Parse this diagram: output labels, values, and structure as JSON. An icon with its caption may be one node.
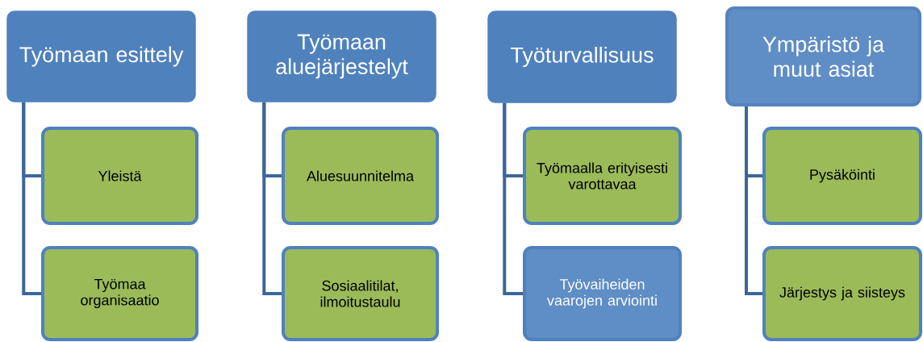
{
  "diagram": {
    "nodes": [
      {
        "text": [
          "Työmaan esittely"
        ]
      },
      {
        "text": [
          "Yleistä"
        ]
      },
      {
        "text": [
          "Työmaa organisaatio"
        ]
      },
      {
        "text": [
          "Työmaan aluejärjestelyt"
        ]
      },
      {
        "text": [
          "Aluesuunnitelma"
        ]
      },
      {
        "text": [
          "Sosiaalitilat, ilmoitustaulu"
        ]
      },
      {
        "text": [
          "Työturvallisuus"
        ]
      },
      {
        "text": [
          "Työmaalla erityisesti varottavaa"
        ]
      },
      {
        "text": [
          "Työvaiheiden vaarojen arviointi"
        ]
      },
      {
        "text": [
          "Ympäristö ja muut asiat"
        ]
      },
      {
        "text": [
          "Pysäköinti"
        ]
      },
      {
        "text": [
          "Järjestys ja siisteys"
        ]
      }
    ],
    "edges": [
      {
        "from": 0,
        "to": 1,
        "arrow": "none"
      },
      {
        "from": 0,
        "to": 2,
        "arrow": "none"
      },
      {
        "from": 3,
        "to": 4,
        "arrow": "none"
      },
      {
        "from": 3,
        "to": 5,
        "arrow": "none"
      },
      {
        "from": 6,
        "to": 7,
        "arrow": "none"
      },
      {
        "from": 6,
        "to": 8,
        "arrow": "none"
      },
      {
        "from": 9,
        "to": 10,
        "arrow": "none"
      },
      {
        "from": 9,
        "to": 11,
        "arrow": "none"
      }
    ]
  }
}
